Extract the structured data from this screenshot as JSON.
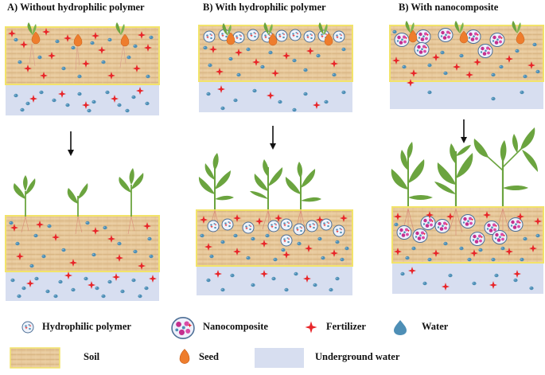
{
  "panels": [
    {
      "id": "a",
      "title": "A) Without hydrophilic polymer"
    },
    {
      "id": "b",
      "title": "B) With hydrophilic polymer"
    },
    {
      "id": "c",
      "title": "B) With nanocomposite"
    }
  ],
  "legend": {
    "hydrophilic_polymer": "Hydrophilic polymer",
    "nanocomposite": "Nanocomposite",
    "fertilizer": "Fertilizer",
    "water": "Water",
    "soil": "Soil",
    "seed": "Seed",
    "underground_water": "Underground water"
  },
  "colors": {
    "soil": "#e6c79a",
    "soil_border": "#f2e36a",
    "underground_water": "#d7def0",
    "fertilizer": "#e8262a",
    "water": "#4e8fb6",
    "seed": "#ee7d2d",
    "plant": "#6ba43f",
    "nanocomposite": "#c42f8e"
  }
}
